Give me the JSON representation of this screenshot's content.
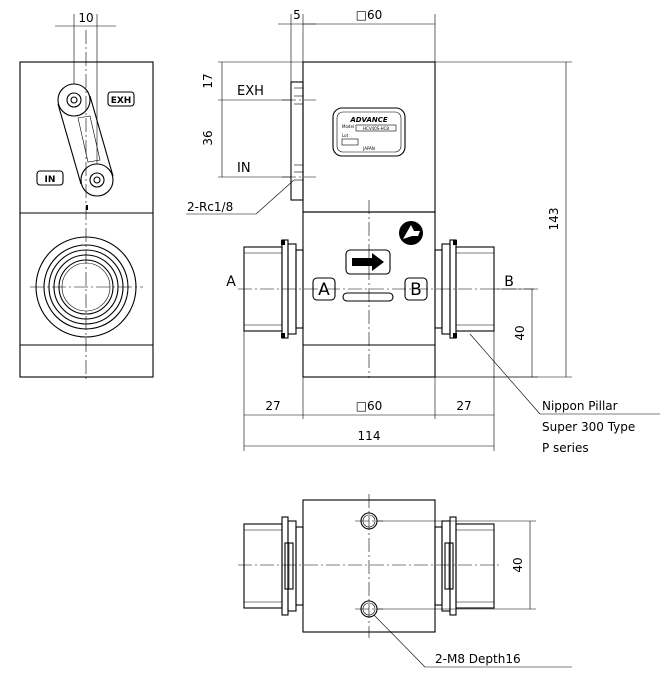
{
  "dimensions": {
    "lever_spacing": "10",
    "port_offset": "5",
    "top_width": "□60",
    "exh_spacing": "17",
    "in_spacing": "36",
    "height": "143",
    "center_height": "40",
    "left_fitting": "27",
    "body_width": "□60",
    "right_fitting": "27",
    "overall_length": "114",
    "bottom_height": "40"
  },
  "labels": {
    "exh_port": "EXH",
    "in_port": "IN",
    "side_a": "A",
    "side_b": "B",
    "badge_a": "A",
    "badge_b": "B",
    "side_exh_badge": "EXH",
    "side_in_badge": "IN"
  },
  "callouts": {
    "port_thread": "2-Rc1/8",
    "fitting_line1": "Nippon Pillar",
    "fitting_line2": "Super 300 Type",
    "fitting_line3": "P series",
    "mount_holes": "2-M8 Depth16"
  },
  "nameplate": {
    "brand": "ADVANCE",
    "model_label": "Model",
    "model_value": "HCV40S-HC8",
    "lot_label": "Lot",
    "country": "JAPAN"
  }
}
